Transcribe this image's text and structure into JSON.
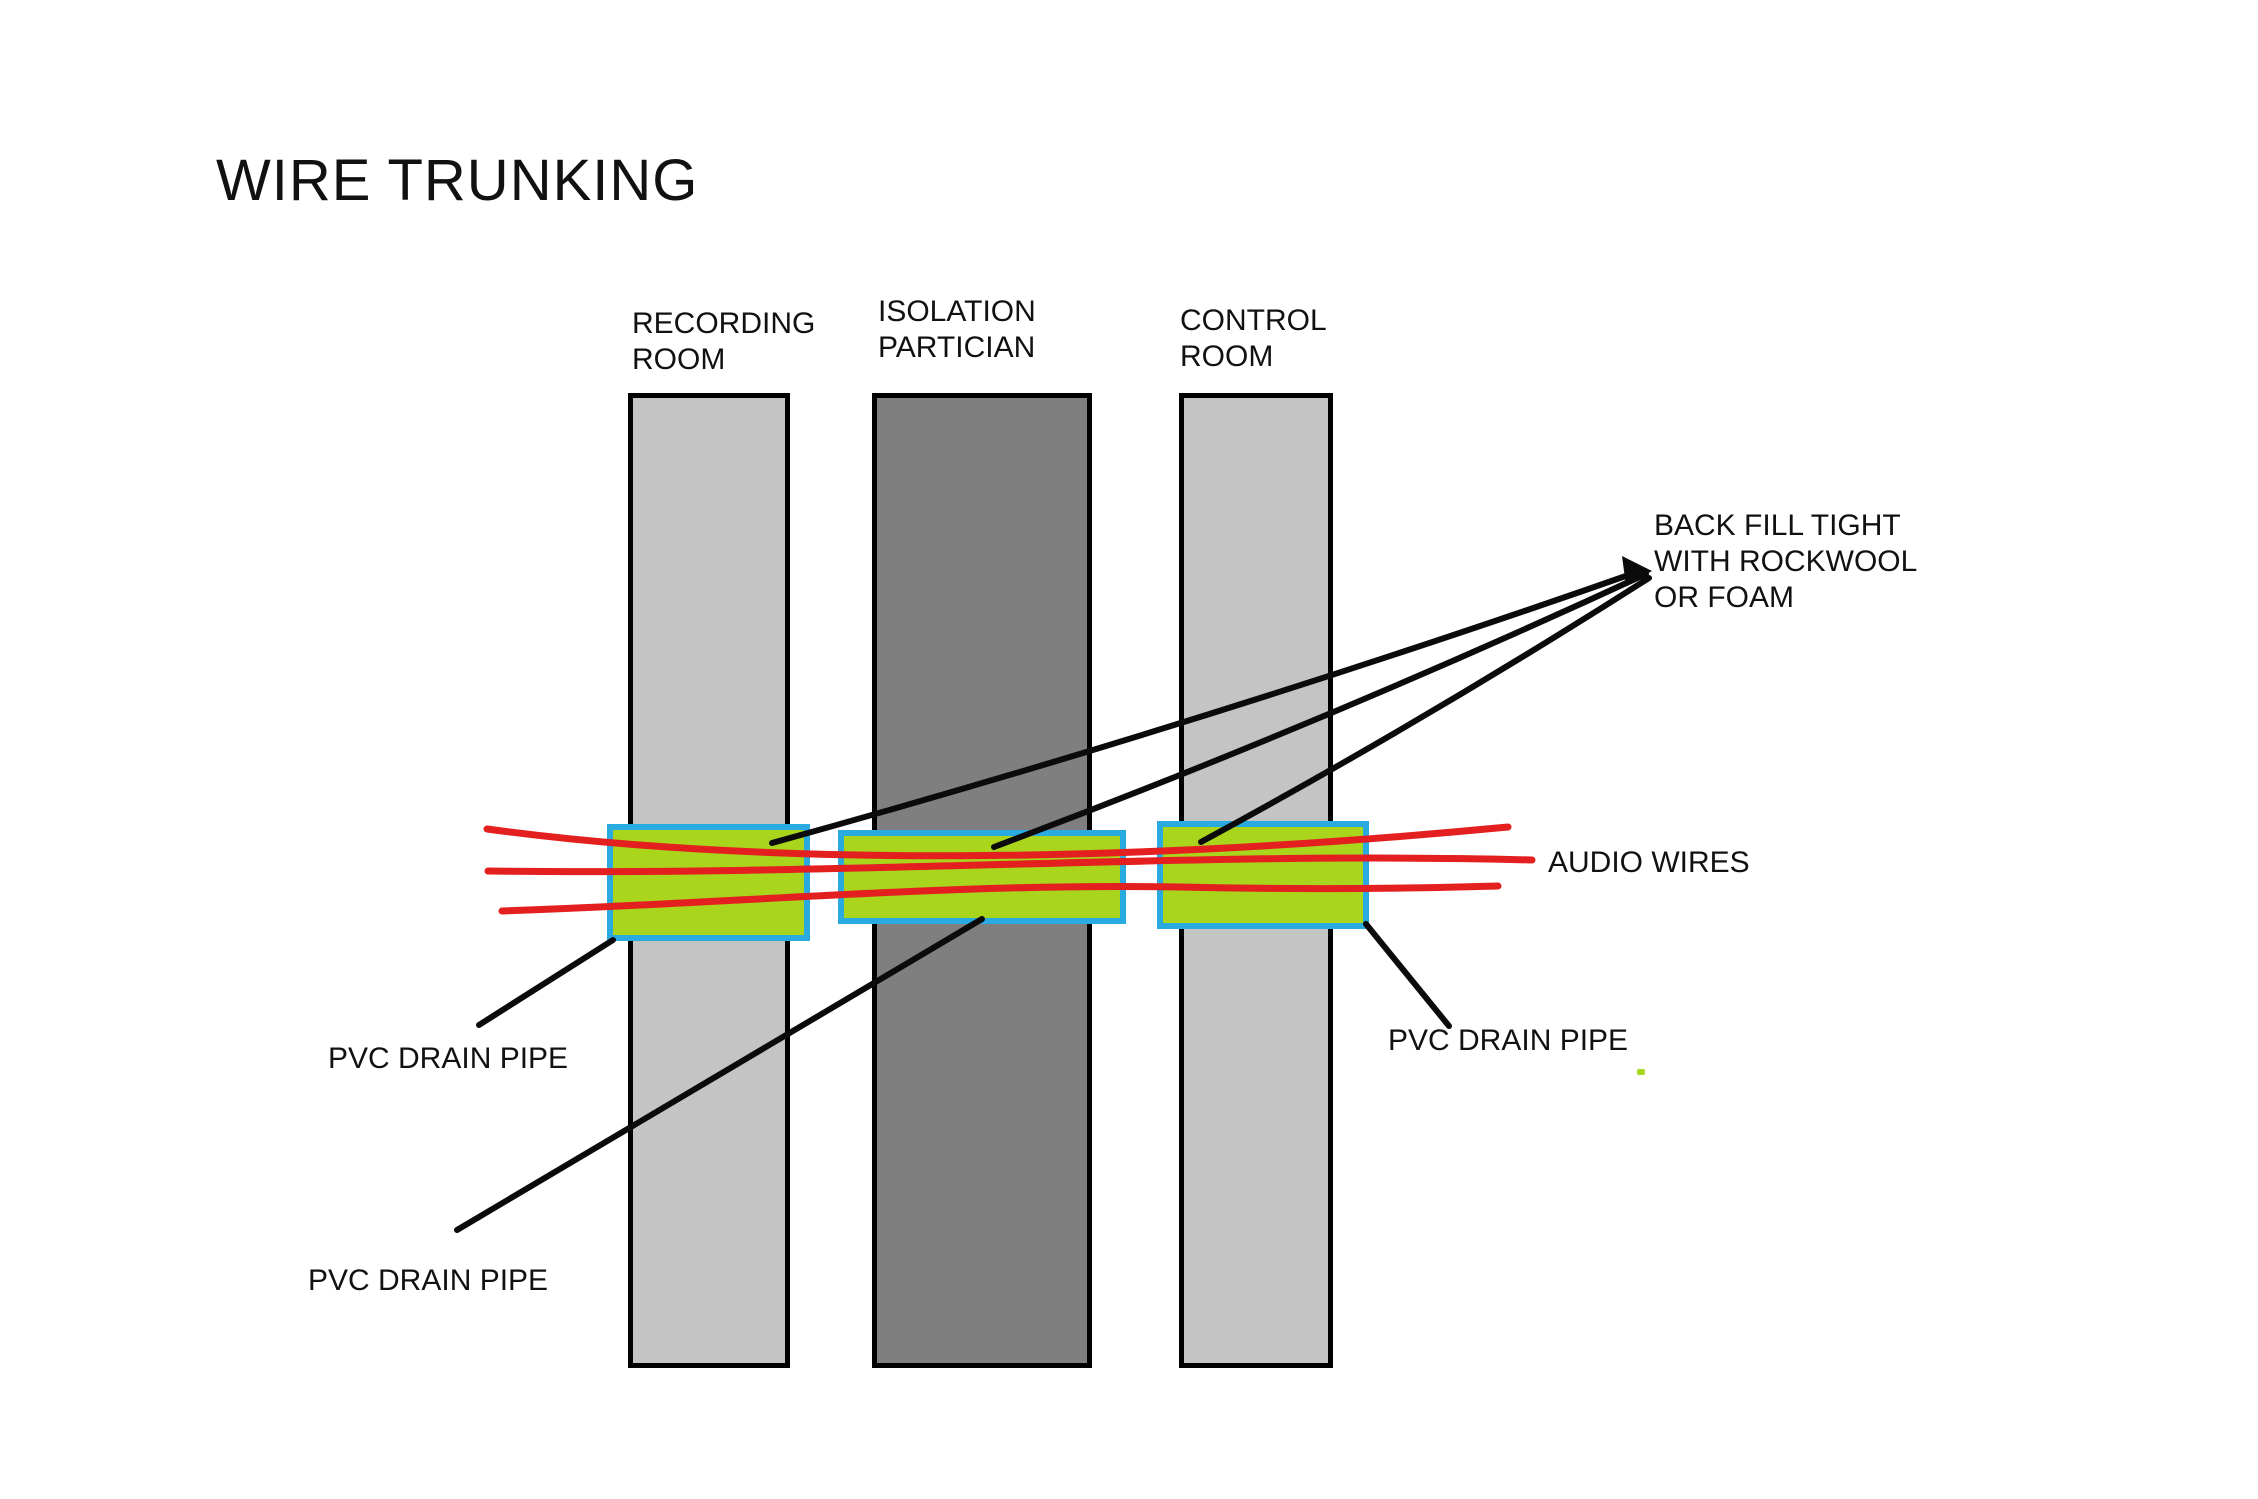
{
  "title": "WIRE TRUNKING",
  "walls": [
    {
      "id": "recording-room",
      "label": "RECORDING\nROOM",
      "fill": "#C4C4C4"
    },
    {
      "id": "isolation-partician",
      "label": "ISOLATION\nPARTICIAN",
      "fill": "#7F7F7F"
    },
    {
      "id": "control-room",
      "label": "CONTROL\nROOM",
      "fill": "#C4C4C4"
    }
  ],
  "annotations": {
    "backfill_label": "BACK FILL TIGHT\nWITH ROCKWOOL\nOR FOAM",
    "audio_wires_label": "AUDIO WIRES",
    "pvc_drain_pipe_left": "PVC DRAIN PIPE",
    "pvc_drain_pipe_bottom": "PVC DRAIN PIPE",
    "pvc_drain_pipe_right": "PVC DRAIN PIPE"
  },
  "colors": {
    "background": "#FFFFFF",
    "ink": "#111111",
    "wall-light": "#C4C4C4",
    "wall-dark": "#7F7F7F",
    "trunk-green": "#A9D51C",
    "trunk-border": "#29ABE2",
    "wire-red": "#E3201F"
  }
}
